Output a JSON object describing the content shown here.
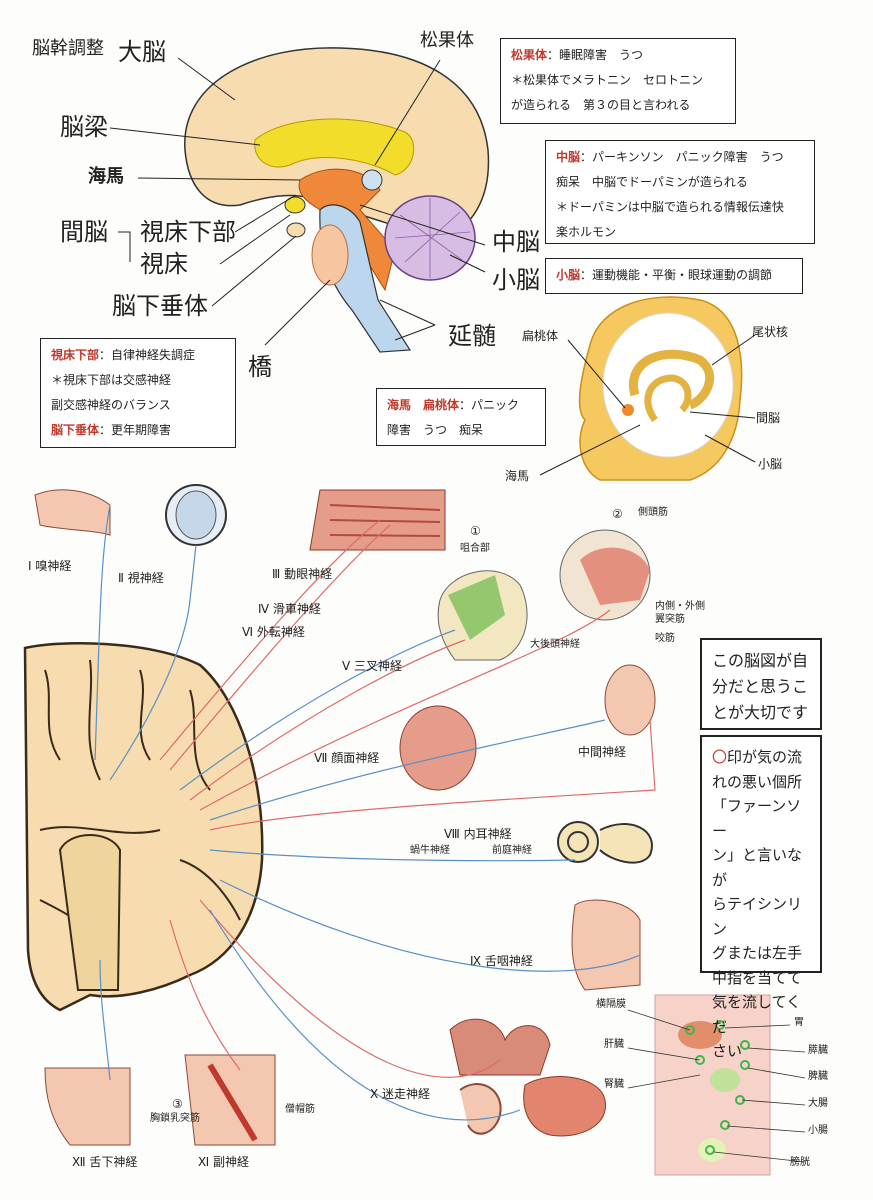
{
  "brain_labels": {
    "brainstem_adjust": "脳幹調整",
    "cerebrum": "大脳",
    "pineal": "松果体",
    "corpus_callosum": "脳梁",
    "hippocampus": "海馬",
    "diencephalon": "間脳",
    "hypothalamus": "視床下部",
    "thalamus": "視床",
    "pituitary": "脳下垂体",
    "pons": "橋",
    "midbrain": "中脳",
    "cerebellum": "小脳",
    "medulla": "延髄"
  },
  "info_pineal": {
    "title": "松果体",
    "l1": "：睡眠障害　うつ",
    "l2": "＊松果体でメラトニン　セロトニン",
    "l3": "が造られる　第３の目と言われる"
  },
  "info_midbrain": {
    "title": "中脳",
    "l1": "：パーキンソン　パニック障害　うつ",
    "l2": "痴呆　中脳でドーパミンが造られる",
    "l3": "＊ドーパミンは中脳で造られる情報伝達快",
    "l4": "楽ホルモン"
  },
  "info_cerebellum": {
    "title": "小脳",
    "l1": "：運動機能・平衡・眼球運動の調節"
  },
  "info_hypothalamus": {
    "title": "視床下部",
    "l1": "：自律神経失調症",
    "l2": "＊視床下部は交感神経",
    "l3": "副交感神経のバランス",
    "title2": "脳下垂体",
    "l4": "：更年期障害"
  },
  "info_hippocampus": {
    "title": "海馬　扁桃体",
    "l1": "：パニック",
    "l2": "障害　うつ　痴呆"
  },
  "limbic_labels": {
    "amygdala": "扁桃体",
    "caudate": "尾状核",
    "diencephalon": "間脳",
    "cerebellum": "小脳",
    "hippocampus": "海馬"
  },
  "nerves": {
    "n1": "Ⅰ 嗅神経",
    "n2": "Ⅱ 視神経",
    "n3": "Ⅲ 動眼神経",
    "n4": "Ⅳ 滑車神経",
    "n6": "Ⅵ 外転神経",
    "n5": "Ⅴ 三叉神経",
    "n7": "Ⅶ 顔面神経",
    "intermediate": "中間神経",
    "n8": "Ⅷ 内耳神経",
    "cochlear": "蝸牛神経",
    "vestibular": "前庭神経",
    "n9": "Ⅸ 舌咽神経",
    "n10": "Ⅹ 迷走神経",
    "n11": "Ⅺ 副神経",
    "n12": "Ⅻ 舌下神経"
  },
  "muscle_labels": {
    "circle1": "①",
    "masticatory": "咀合部",
    "circle2": "②",
    "temporalis": "側頭筋",
    "pterygoid": "内側・外側",
    "pterygoid2": "翼突筋",
    "masseter": "咬筋",
    "occipital_n": "大後頭神経",
    "circle3": "③",
    "sternocleido": "胸鎖乳突筋",
    "trapezius": "僧帽筋"
  },
  "organs": {
    "diaphragm": "横隔膜",
    "liver": "肝臓",
    "kidney": "腎臓",
    "stomach": "胃",
    "pancreas": "膵臓",
    "spleen": "脾臓",
    "large_int": "大腸",
    "small_int": "小腸",
    "bladder": "膀胱"
  },
  "note1": {
    "l1": "この脳図が自",
    "l2": "分だと思うこ",
    "l3": "とが大切です"
  },
  "note2": {
    "circle": "〇",
    "l1": "印が気の流",
    "l2": "れの悪い個所",
    "l3": "「ファーンソー",
    "l4": "ン」と言いなが",
    "l5": "らテイシンリン",
    "l6": "グまたは左手",
    "l7": "中指を当てて",
    "l8": "気を流してくだ",
    "l9": "さい"
  },
  "colors": {
    "accent_red": "#c0392b",
    "brain_skin": "#f6dcae",
    "corpus": "#f2dd2a",
    "midbrain": "#f0883a",
    "cerebellum": "#c9a8d8",
    "stem": "#bcd6ee",
    "nerve_red": "#e06a6a",
    "nerve_blue": "#5b8fc7"
  }
}
